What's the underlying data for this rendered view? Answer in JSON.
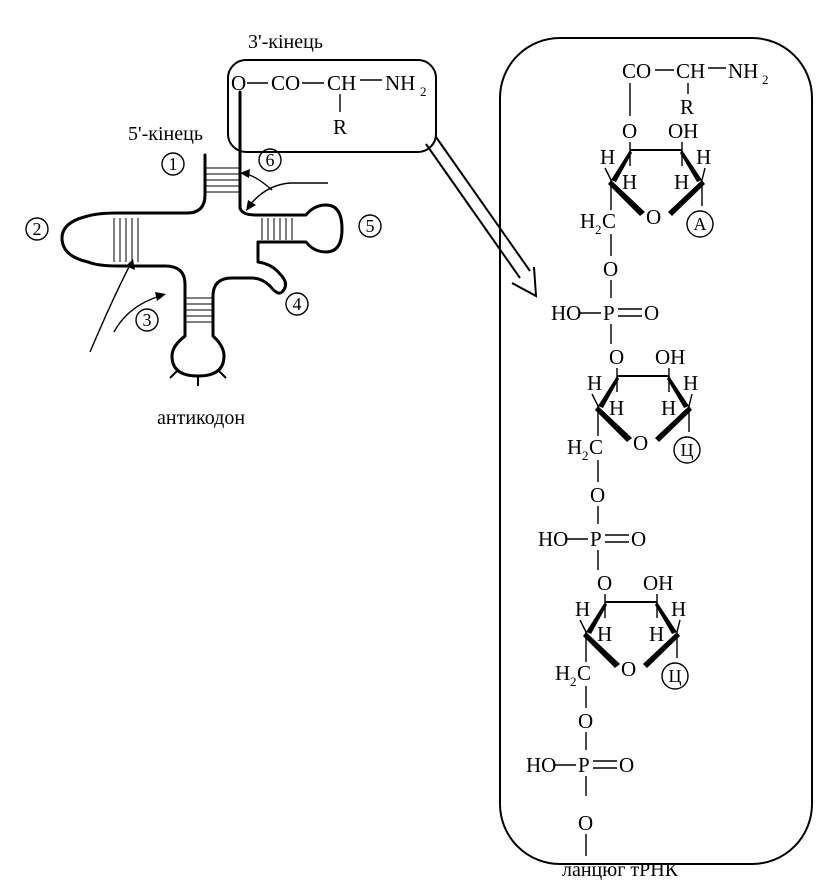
{
  "labels": {
    "three_prime_end": "3'-кінець",
    "five_prime_end": "5'-кінець",
    "anticodon": "антикодон",
    "trna_chain": "ланцюг тРНК"
  },
  "regions": [
    "1",
    "2",
    "3",
    "4",
    "5",
    "6"
  ],
  "terminal_group": {
    "o": "O",
    "co": "CO",
    "ch": "CH",
    "nh": "NH",
    "sub2": "2",
    "r": "R"
  },
  "atoms": {
    "o": "O",
    "oh": "OH",
    "h": "H",
    "h2c": "H",
    "c": "C",
    "sub2": "2",
    "ho": "HO",
    "p": "P"
  },
  "bases": [
    "A",
    "Ц",
    "Ц"
  ]
}
